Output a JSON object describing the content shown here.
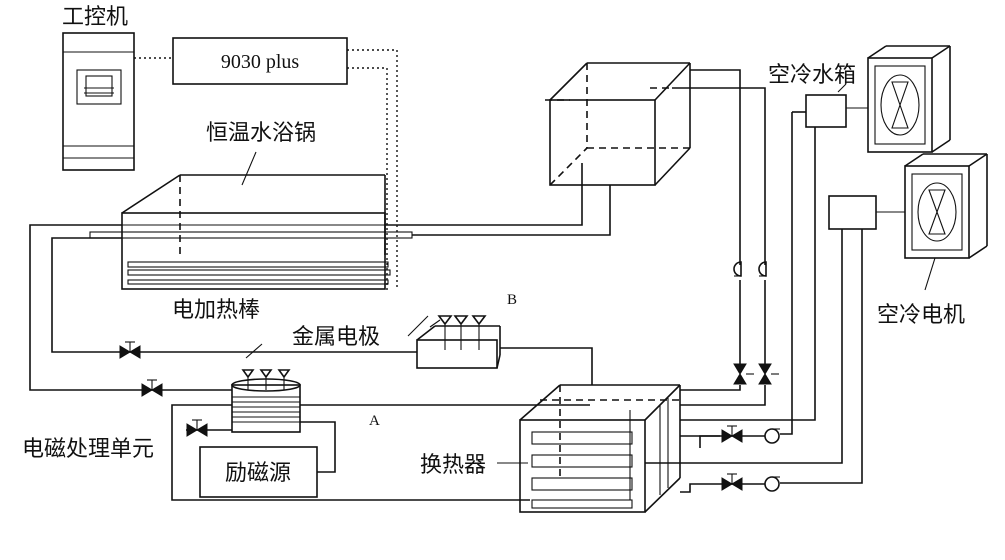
{
  "labels": {
    "ipc": "工控机",
    "controller": "9030 plus",
    "water_bath": "恒温水浴锅",
    "heater_rod": "电加热棒",
    "metal_electrode": "金属电极",
    "point_b": "B",
    "point_a": "A",
    "em_unit": "电磁处理单元",
    "exciter": "励磁源",
    "heat_exchanger": "换热器",
    "air_tank": "空冷水箱",
    "air_motor": "空冷电机"
  }
}
